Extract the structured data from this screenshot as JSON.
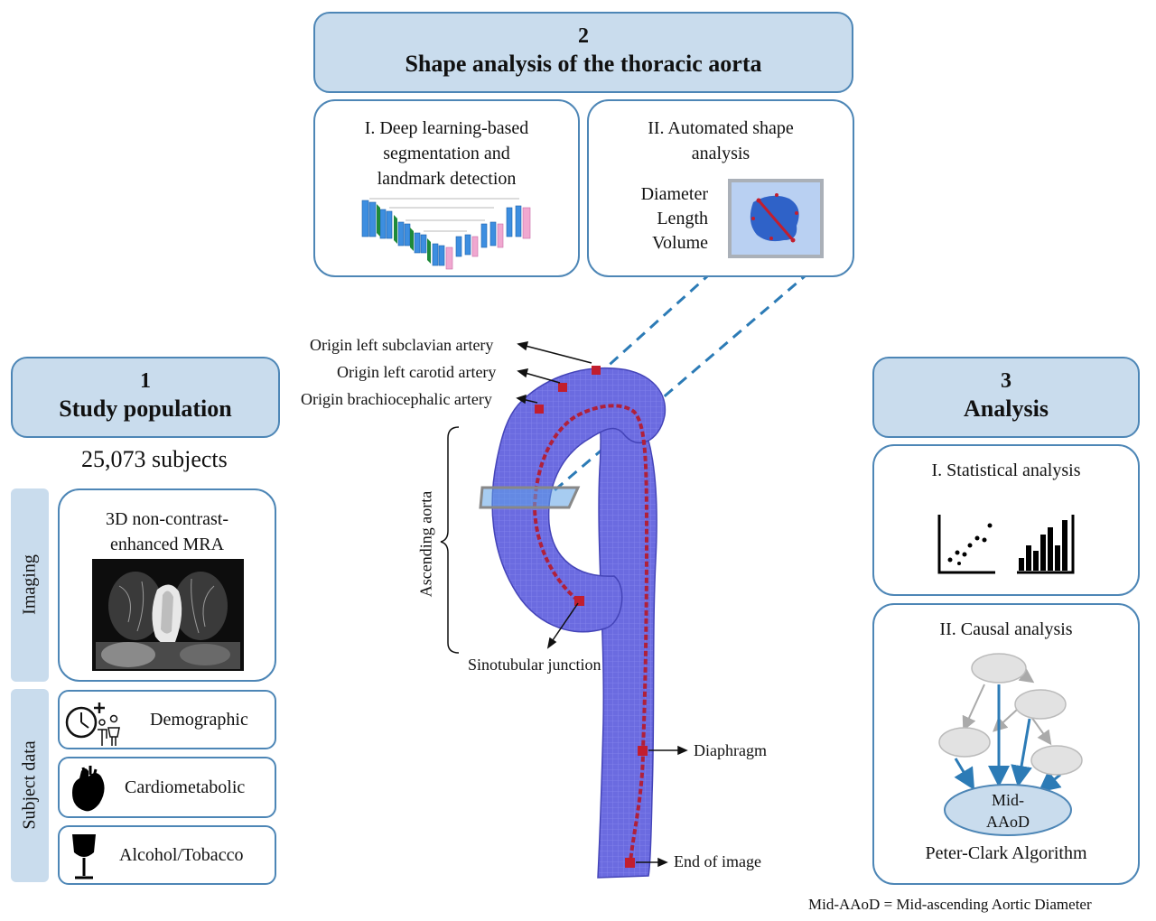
{
  "section2": {
    "number": "2",
    "title": "Shape analysis of the thoracic aorta",
    "panel1": {
      "lines": [
        "I. Deep learning-based",
        "segmentation and",
        "landmark detection"
      ]
    },
    "panel2": {
      "lines": [
        "II. Automated shape",
        "analysis"
      ],
      "metrics": [
        "Diameter",
        "Length",
        "Volume"
      ]
    }
  },
  "section1": {
    "number": "1",
    "title": "Study population",
    "subjects": "25,073 subjects",
    "imaging_label": "Imaging",
    "imaging_lines": [
      "3D non-contrast-",
      "enhanced MRA"
    ],
    "subject_data_label": "Subject data",
    "items": [
      "Demographic",
      "Cardiometabolic",
      "Alcohol/Tobacco"
    ]
  },
  "section3": {
    "number": "3",
    "title": "Analysis",
    "stat_title": "I. Statistical analysis",
    "causal_title": "II. Causal analysis",
    "node_lines": [
      "Mid-",
      "AAoD"
    ],
    "algorithm": "Peter-Clark Algorithm"
  },
  "aorta_labels": {
    "subclavian": "Origin left subclavian artery",
    "carotid": "Origin left carotid artery",
    "brachiocephalic": "Origin brachiocephalic artery",
    "ascending": "Ascending aorta",
    "sinotubular": "Sinotubular junction",
    "diaphragm": "Diaphragm",
    "end": "End of image"
  },
  "footnote": "Mid-AAoD = Mid-ascending Aortic Diameter",
  "colors": {
    "header_fill": "#c9dced",
    "border": "#4d86b6",
    "aorta": "#6b6be0",
    "centerline": "#b0203a",
    "dashed": "#2c7bb6"
  }
}
